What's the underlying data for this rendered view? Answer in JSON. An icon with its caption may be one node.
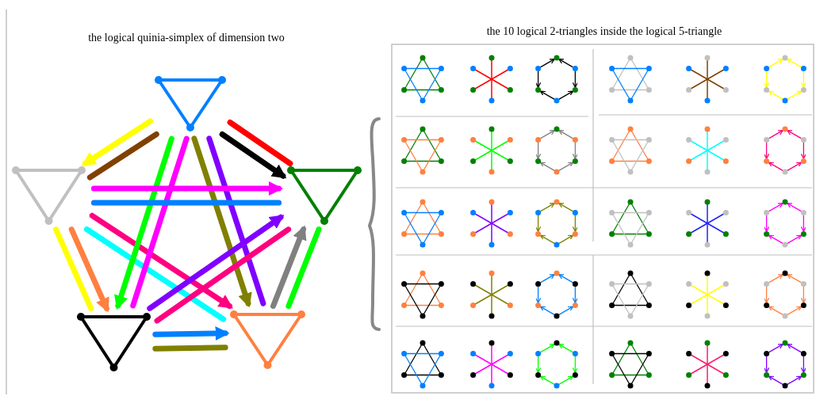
{
  "diagram": {
    "nodes": [
      {
        "text": [],
        "shape": "triangle"
      },
      {
        "text": [],
        "shape": "triangle"
      },
      {
        "text": [],
        "shape": "triangle"
      },
      {
        "text": [],
        "shape": "triangle"
      },
      {
        "text": [],
        "shape": "triangle"
      }
    ],
    "edges": [
      {
        "from": 0,
        "to": 1,
        "arrow": "none",
        "color": "#ff0000"
      },
      {
        "from": 0,
        "to": 1,
        "arrow": "to",
        "color": "#000000"
      },
      {
        "from": 0,
        "to": 4,
        "arrow": "none",
        "color": "#804000"
      },
      {
        "from": 0,
        "to": 4,
        "arrow": "to",
        "color": "#ffff00"
      },
      {
        "from": 1,
        "to": 2,
        "arrow": "none",
        "color": "#00ff00"
      },
      {
        "from": 2,
        "to": 1,
        "arrow": "to",
        "color": "#808080"
      },
      {
        "from": 4,
        "to": 2,
        "arrow": "none",
        "color": "#00ffff"
      },
      {
        "from": 4,
        "to": 2,
        "arrow": "to",
        "color": "#ff0080"
      },
      {
        "from": 0,
        "to": 2,
        "arrow": "none",
        "color": "#8000ff"
      },
      {
        "from": 0,
        "to": 2,
        "arrow": "to",
        "color": "#808000"
      },
      {
        "from": 0,
        "to": 3,
        "arrow": "none",
        "color": "#ff00ff"
      },
      {
        "from": 0,
        "to": 3,
        "arrow": "to",
        "color": "#00ff00"
      },
      {
        "from": 4,
        "to": 1,
        "arrow": "none",
        "color": "#0080ff"
      },
      {
        "from": 4,
        "to": 1,
        "arrow": "to",
        "color": "#ff00ff"
      },
      {
        "from": 4,
        "to": 3,
        "arrow": "none",
        "color": "#ffff00"
      },
      {
        "from": 4,
        "to": 3,
        "arrow": "to",
        "color": "#ff8040"
      },
      {
        "from": 3,
        "to": 1,
        "arrow": "none",
        "color": "#ff0080"
      },
      {
        "from": 3,
        "to": 1,
        "arrow": "to",
        "color": "#8000ff"
      },
      {
        "from": 3,
        "to": 2,
        "arrow": "none",
        "color": "#808000"
      },
      {
        "from": 3,
        "to": 2,
        "arrow": "to",
        "color": "#0080ff"
      }
    ],
    "labels": [
      "the logical quinia-simplex of dimension two",
      "the 10 logical 2-triangles inside the logical 5-triangle"
    ]
  }
}
